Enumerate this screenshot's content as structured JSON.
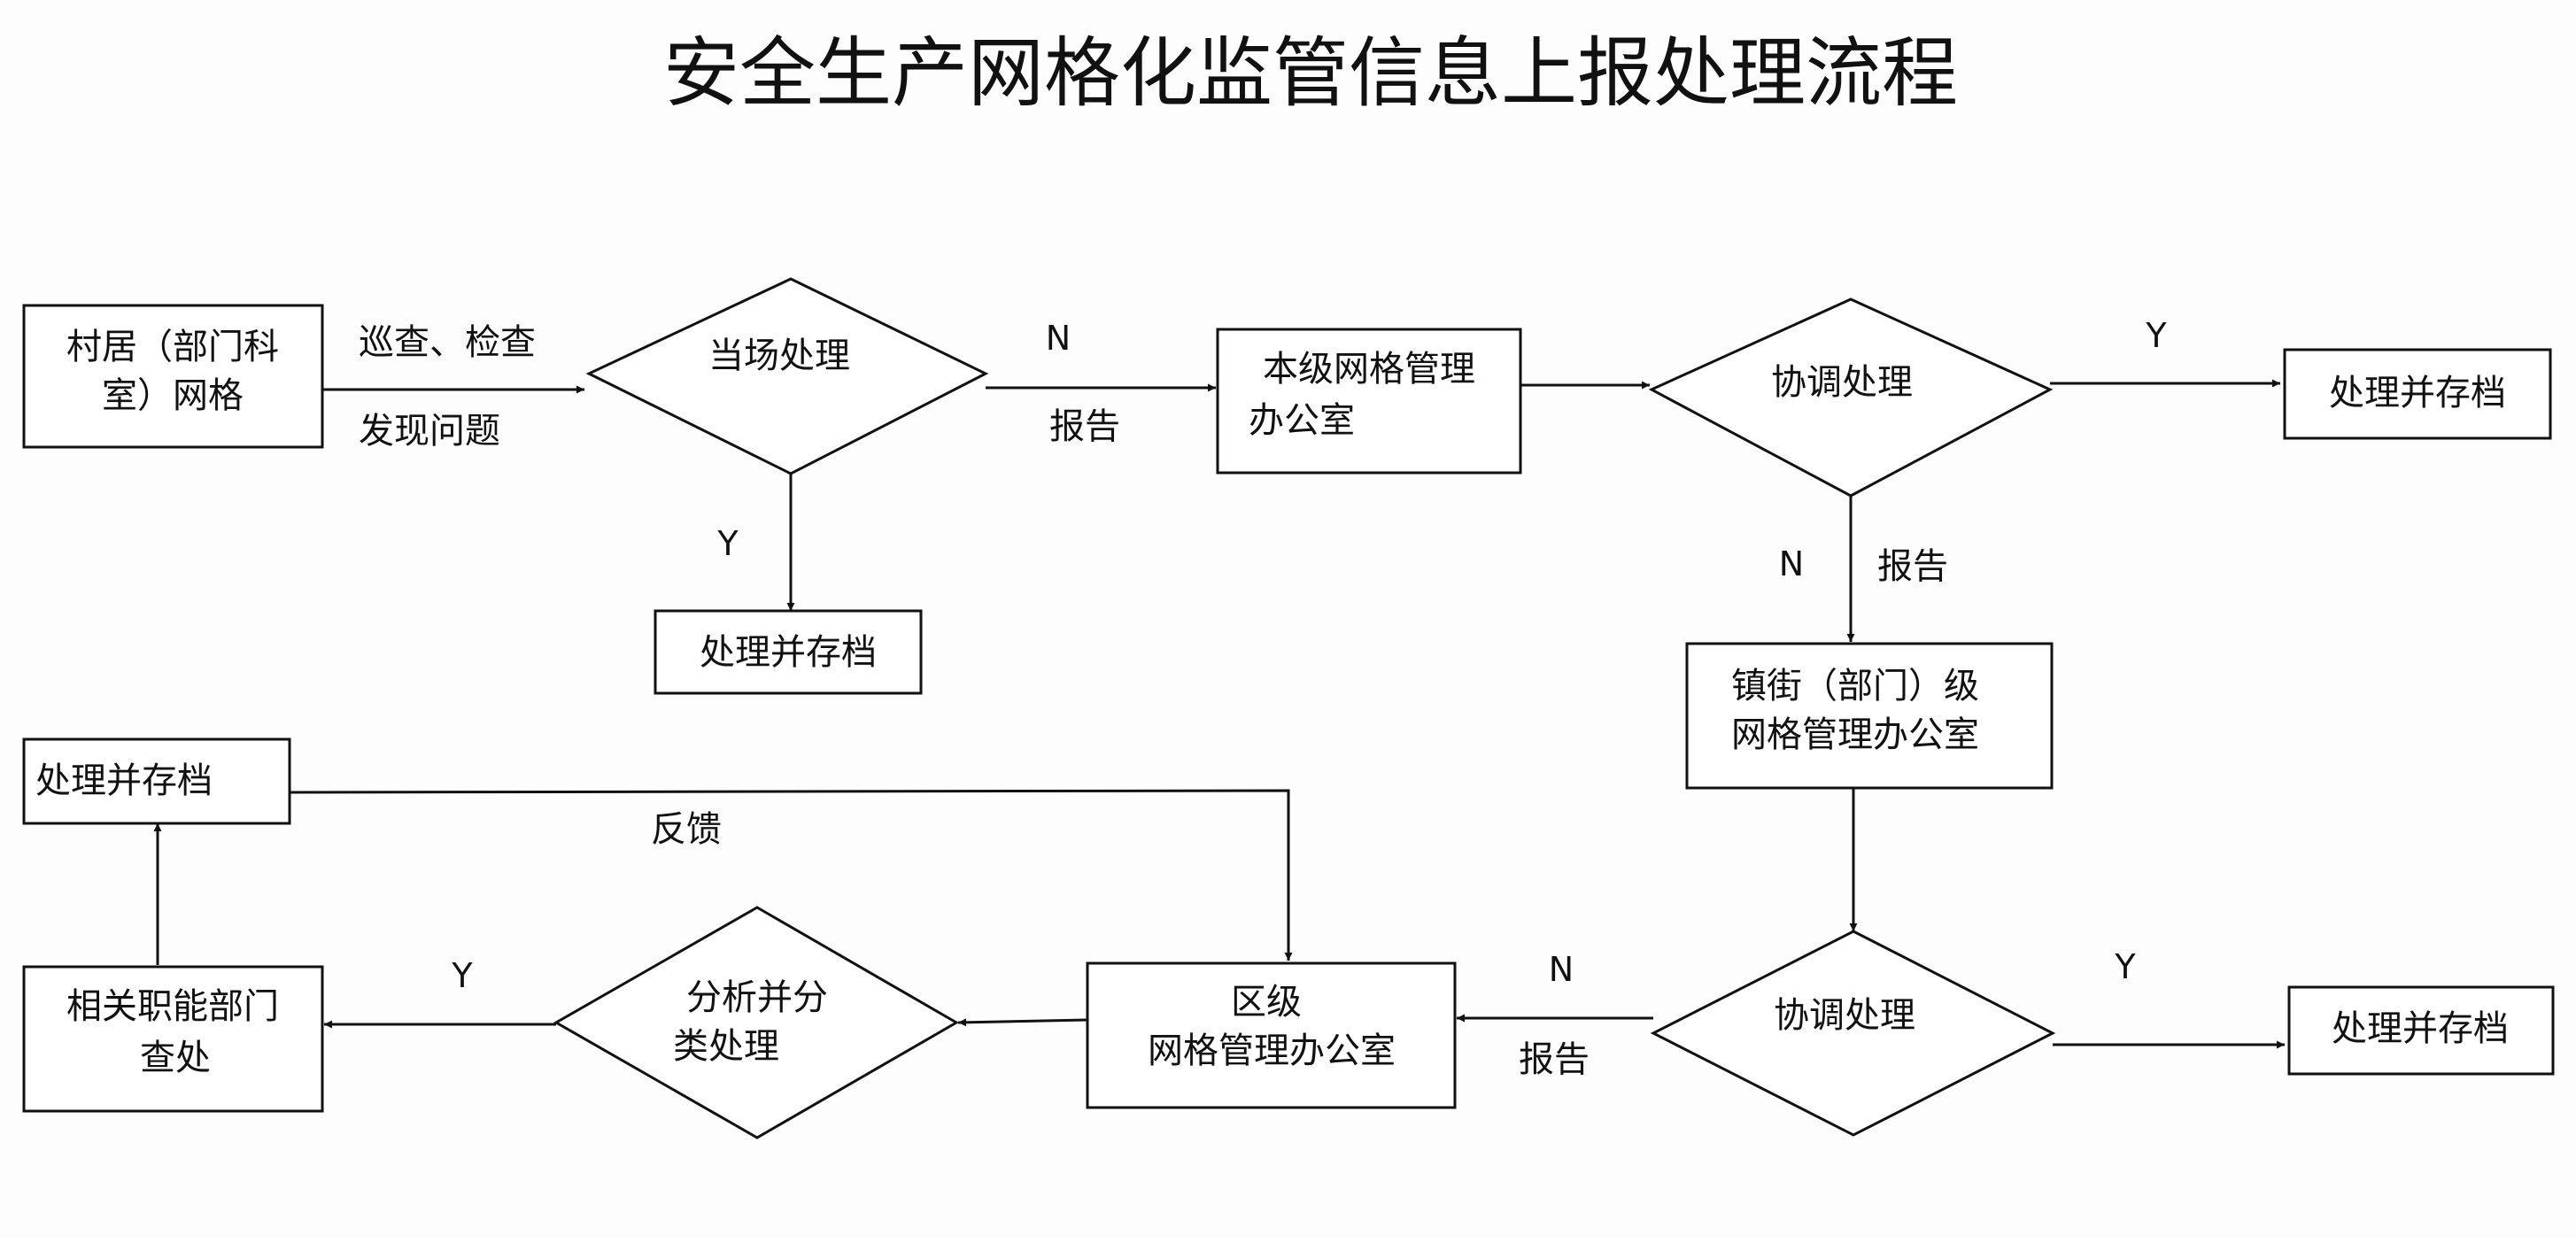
{
  "title": "安全生产网格化监管信息上报处理流程",
  "nodes": {
    "village": [
      "村居（部门科",
      "室）网格"
    ],
    "on_site": "当场处理",
    "archive_1": "处理并存档",
    "local_office": [
      "本级网格管理",
      "办公室"
    ],
    "coordinate_1": "协调处理",
    "archive_2": "处理并存档",
    "town_office": [
      "镇街（部门）级",
      "网格管理办公室"
    ],
    "coordinate_2": "协调处理",
    "archive_3": "处理并存档",
    "district_office": [
      "区级",
      "网格管理办公室"
    ],
    "analyze": [
      "分析并分",
      "类处理"
    ],
    "departments": [
      "相关职能部门",
      "查处"
    ],
    "archive_4": "处理并存档"
  },
  "edge_labels": {
    "patrol": "巡查、检查",
    "discover": "发现问题",
    "y_onsite": "Y",
    "n_onsite": "N",
    "report_1": "报告",
    "y_coord1": "Y",
    "n_coord1": "N",
    "report_2": "报告",
    "y_coord2": "Y",
    "n_coord2": "N",
    "report_3": "报告",
    "y_analyze": "Y",
    "feedback": "反馈"
  }
}
